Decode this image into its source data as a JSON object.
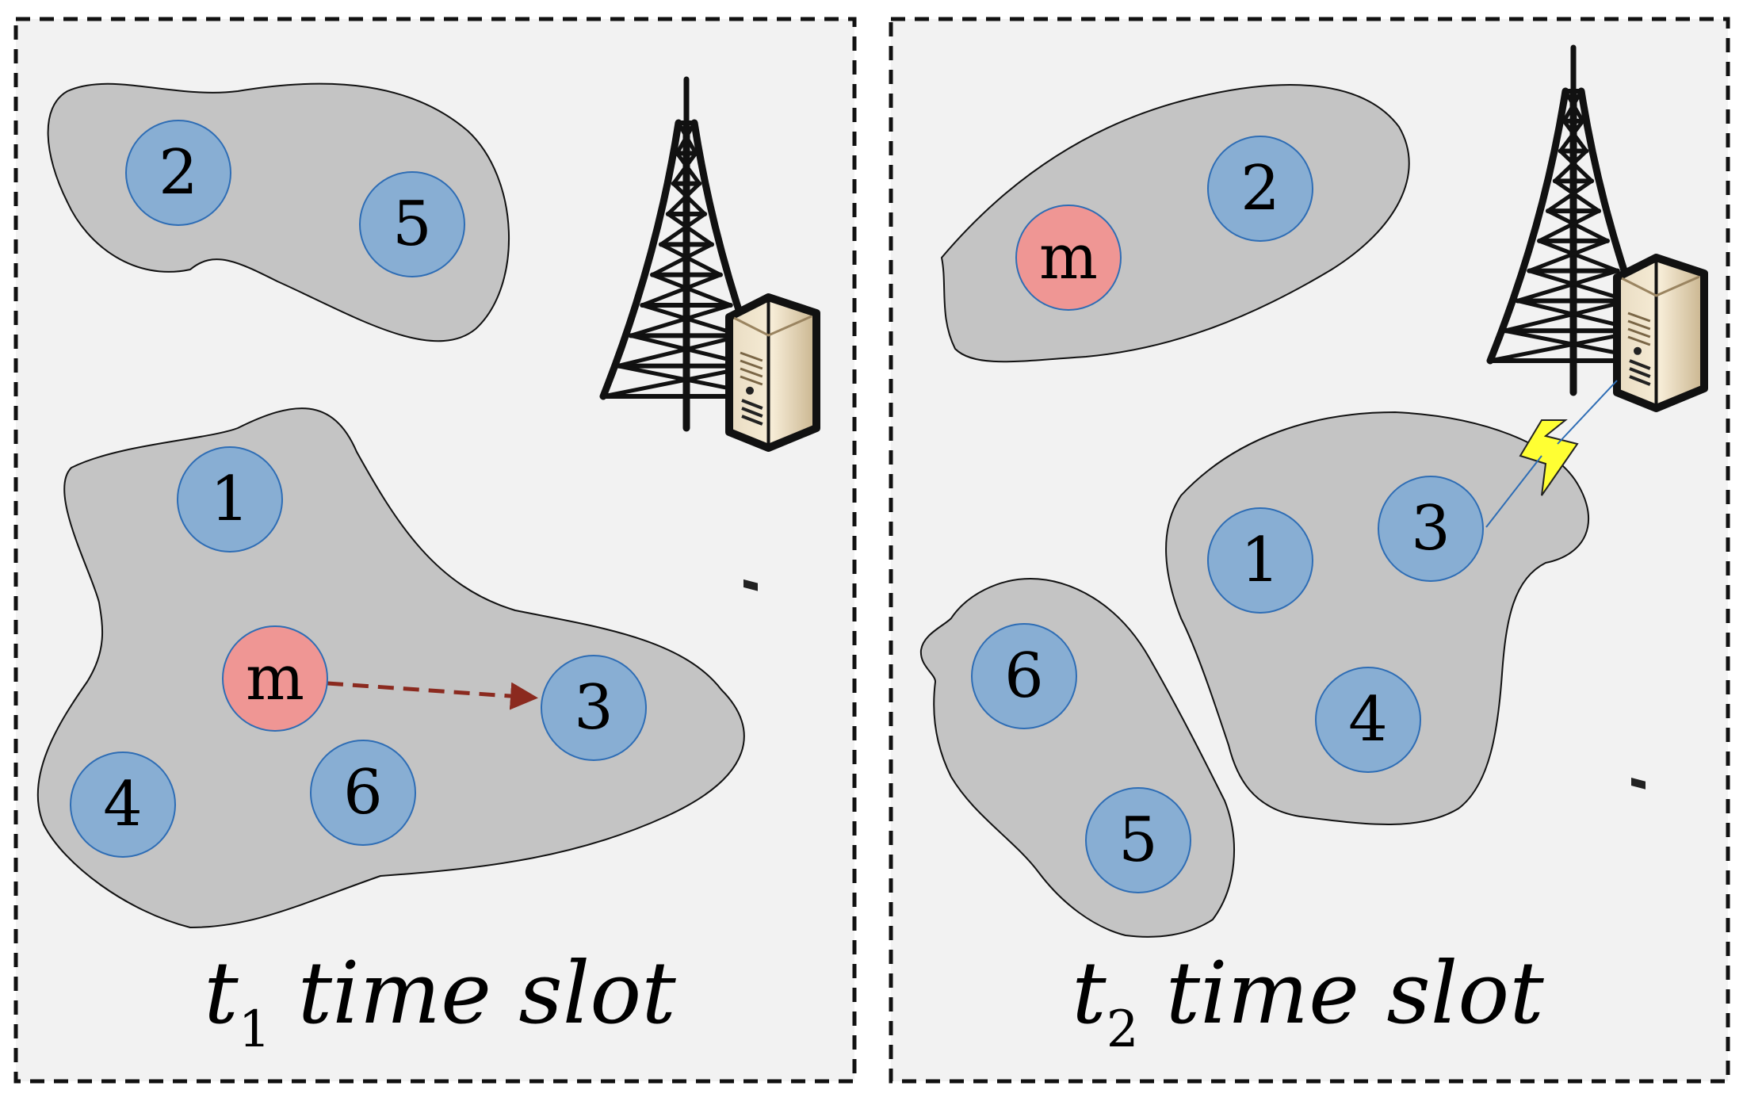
{
  "colors": {
    "panel_bg": "#f2f2f2",
    "cluster_fill": "#c4c4c4",
    "node_fill": "#88aed3",
    "node_stroke": "#2e6db5",
    "mobile_fill": "#ef9694",
    "arrow": "#8b2a1f",
    "lightning": "#ffff33"
  },
  "panels": [
    {
      "slot": {
        "t": "t",
        "sub": "1",
        "suffix": " time slot"
      },
      "nodes": [
        {
          "id": "2",
          "label": "2",
          "kind": "device"
        },
        {
          "id": "5",
          "label": "5",
          "kind": "device"
        },
        {
          "id": "1",
          "label": "1",
          "kind": "device"
        },
        {
          "id": "m",
          "label": "m",
          "kind": "mobile"
        },
        {
          "id": "3",
          "label": "3",
          "kind": "device"
        },
        {
          "id": "4",
          "label": "4",
          "kind": "device"
        },
        {
          "id": "6",
          "label": "6",
          "kind": "device"
        }
      ]
    },
    {
      "slot": {
        "t": "t",
        "sub": "2",
        "suffix": " time slot"
      },
      "nodes": [
        {
          "id": "m",
          "label": "m",
          "kind": "mobile"
        },
        {
          "id": "2",
          "label": "2",
          "kind": "device"
        },
        {
          "id": "1",
          "label": "1",
          "kind": "device"
        },
        {
          "id": "3",
          "label": "3",
          "kind": "device"
        },
        {
          "id": "4",
          "label": "4",
          "kind": "device"
        },
        {
          "id": "6",
          "label": "6",
          "kind": "device"
        },
        {
          "id": "5",
          "label": "5",
          "kind": "device"
        }
      ]
    }
  ],
  "icons": [
    "tower-icon",
    "server-icon",
    "lightning-icon",
    "move-arrow-icon"
  ]
}
